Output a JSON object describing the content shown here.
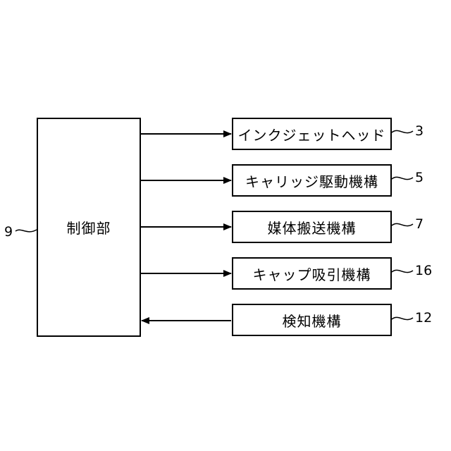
{
  "controller": {
    "label": "制御部",
    "ref": "9"
  },
  "blocks": [
    {
      "label": "インクジェットヘッド",
      "ref": "3",
      "direction": "out"
    },
    {
      "label": "キャリッジ駆動機構",
      "ref": "5",
      "direction": "out"
    },
    {
      "label": "媒体搬送機構",
      "ref": "7",
      "direction": "out"
    },
    {
      "label": "キャップ吸引機構",
      "ref": "16",
      "direction": "out"
    },
    {
      "label": "検知機構",
      "ref": "12",
      "direction": "in"
    }
  ]
}
